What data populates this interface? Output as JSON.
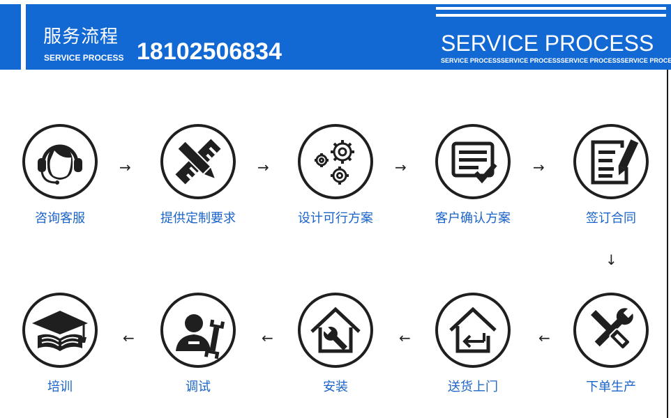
{
  "header": {
    "title_cn": "服务流程",
    "title_en": "SERVICE PROCESS",
    "phone": "18102506834",
    "big_en": "SERVICE PROCESS",
    "small_en": "SERVICE PROCESSSERVICE PROCESSSERVICE PROCESSSERVICE PROCESS"
  },
  "steps": [
    {
      "label": "咨询客服",
      "icon": "headset-icon"
    },
    {
      "label": "提供定制要求",
      "icon": "ruler-pencil-icon"
    },
    {
      "label": "设计可行方案",
      "icon": "gears-icon"
    },
    {
      "label": "客户确认方案",
      "icon": "form-check-icon"
    },
    {
      "label": "签订合同",
      "icon": "contract-pen-icon"
    },
    {
      "label": "下单生产",
      "icon": "tools-icon"
    },
    {
      "label": "送货上门",
      "icon": "house-return-icon"
    },
    {
      "label": "安装",
      "icon": "house-wrench-icon"
    },
    {
      "label": "调试",
      "icon": "technician-icon"
    },
    {
      "label": "培训",
      "icon": "graduation-cap-icon"
    }
  ],
  "arrows": {
    "right": "→",
    "down": "↓",
    "left": "←"
  }
}
